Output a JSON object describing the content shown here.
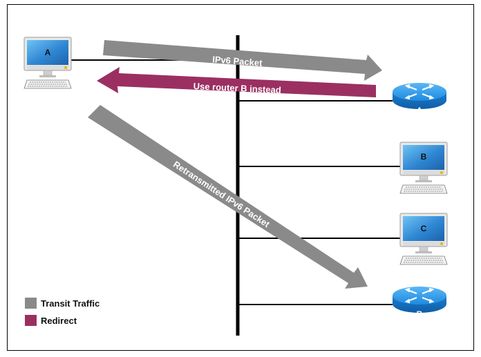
{
  "hosts": [
    {
      "label": "A"
    },
    {
      "label": "B"
    },
    {
      "label": "C"
    }
  ],
  "routers": [
    {
      "label": "A"
    },
    {
      "label": "B"
    }
  ],
  "arrows": {
    "ipv6": "IPv6 Packet",
    "redirect": "Use router B instead",
    "retransmit": "Retransmitted IPv6 Packet"
  },
  "legend": {
    "transit": "Transit Traffic",
    "redirect": "Redirect"
  },
  "colors": {
    "transit": "#8a8a8a",
    "redirect": "#9b2f62",
    "router": "#1f8fe0",
    "screen": "#2f86d2",
    "line": "#000000"
  }
}
